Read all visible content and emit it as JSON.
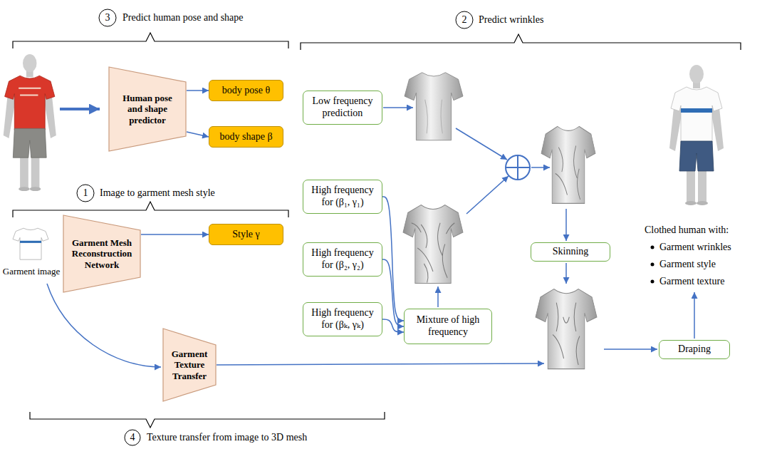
{
  "diagram": {
    "nodes": [
      {
        "text": [
          "Human pose and shape predictor"
        ]
      },
      {
        "text": [
          "body pose θ"
        ]
      },
      {
        "text": [
          "body shape β"
        ]
      },
      {
        "text": [
          "Garment Mesh Reconstruction Network"
        ]
      },
      {
        "text": [
          "Style γ"
        ]
      },
      {
        "text": [
          "Garment Texture Transfer"
        ]
      },
      {
        "text": [
          "Low frequency prediction"
        ]
      },
      {
        "text": [
          "High frequency for (β₁, γ₁)"
        ]
      },
      {
        "text": [
          "High frequency for (β₂, γ₂)"
        ]
      },
      {
        "text": [
          "High frequency for (βₖ, γₖ)"
        ]
      },
      {
        "text": [
          "Mixture of high frequency"
        ]
      },
      {
        "text": [
          "Skinning"
        ]
      },
      {
        "text": [
          "Draping"
        ]
      }
    ],
    "edges": [
      {
        "from": 0,
        "to": 1,
        "arrow": "to"
      },
      {
        "from": 0,
        "to": 2,
        "arrow": "to"
      },
      {
        "from": 3,
        "to": 4,
        "arrow": "to"
      },
      {
        "from": 7,
        "to": 10,
        "arrow": "to"
      },
      {
        "from": 8,
        "to": 10,
        "arrow": "to"
      },
      {
        "from": 9,
        "to": 10,
        "arrow": "to"
      }
    ],
    "labels": [
      "3",
      "Predict human pose and shape",
      "2",
      "Predict wrinkles",
      "1",
      "Image to garment mesh style",
      "Garment image",
      "4",
      "Texture transfer from image to 3D mesh",
      "Clothed human with:",
      "Garment wrinkles",
      "Garment style",
      "Garment texture"
    ]
  }
}
